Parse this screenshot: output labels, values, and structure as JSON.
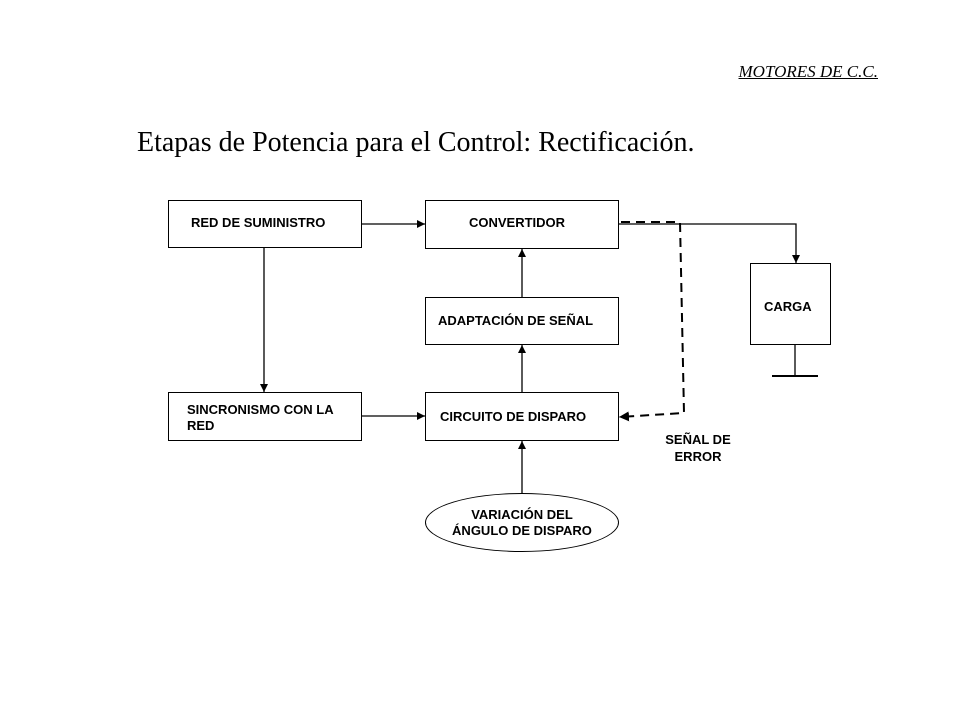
{
  "header": {
    "subject": "MOTORES DE C.C."
  },
  "title": "Etapas de Potencia para el Control: Rectificación.",
  "blocks": {
    "red_suministro": "RED DE SUMINISTRO",
    "convertidor": "CONVERTIDOR",
    "adaptacion": "ADAPTACIÓN DE SEÑAL",
    "sincronismo": "SINCRONISMO CON LA RED",
    "circuito_disparo": "CIRCUITO DE DISPARO",
    "variacion_angulo": "VARIACIÓN DEL ÁNGULO DE DISPARO",
    "carga": "CARGA"
  },
  "labels": {
    "senal_error": "SEÑAL DE ERROR"
  }
}
